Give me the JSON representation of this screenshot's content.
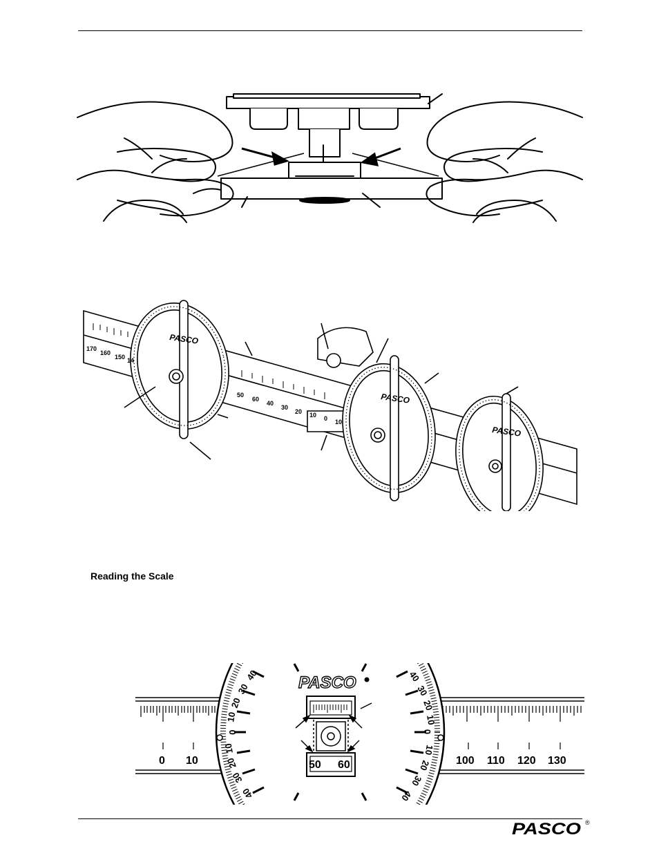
{
  "section": {
    "heading": "Reading the Scale"
  },
  "brand": {
    "logo_text": "PASCO",
    "registered_mark": "®"
  },
  "figure2": {
    "scale_labels": [
      "170",
      "160",
      "150",
      "14",
      "50",
      "60",
      "40",
      "30",
      "20",
      "10",
      "0",
      "10"
    ]
  },
  "figure3": {
    "scale_left": [
      "0",
      "10"
    ],
    "window_labels": [
      "50",
      "60"
    ],
    "scale_right": [
      "100",
      "110",
      "120",
      "130"
    ],
    "dial_labels": [
      "40",
      "30",
      "20",
      "10",
      "0",
      "10",
      "20",
      "30",
      "40",
      "40",
      "30",
      "20",
      "10",
      "0",
      "10",
      "20",
      "30",
      "40"
    ]
  }
}
